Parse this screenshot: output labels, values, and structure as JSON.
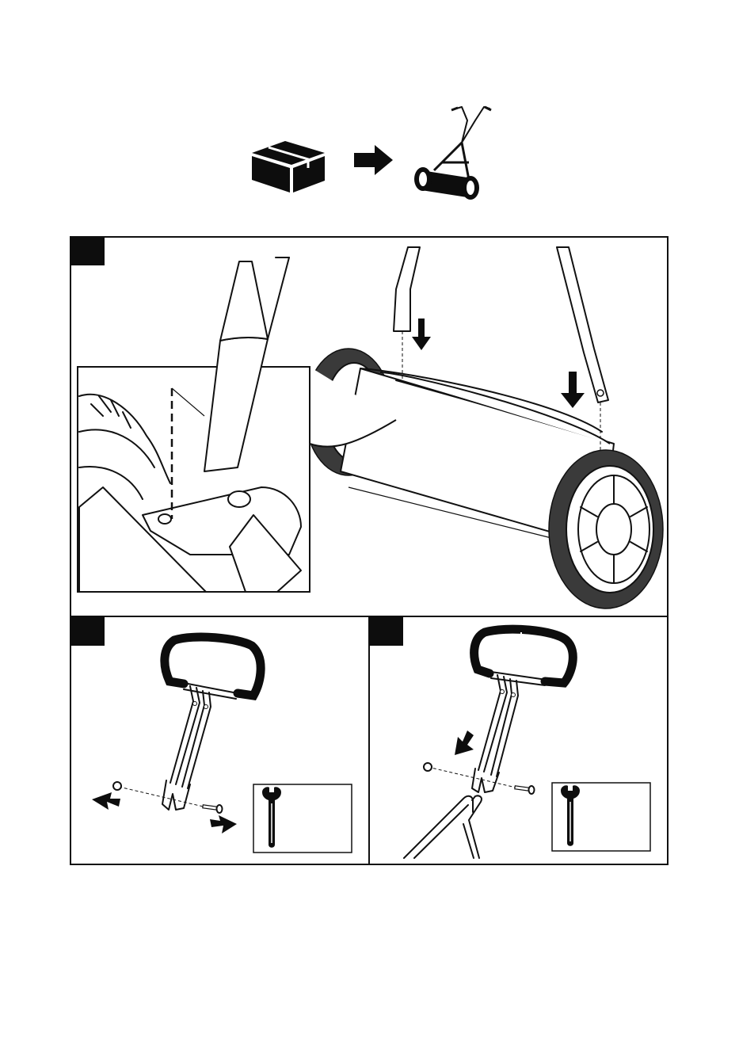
{
  "document": {
    "type": "assembly-instruction-page",
    "colors": {
      "line": "#111111",
      "fill": "#ffffff",
      "label_box": "#0d0d0d",
      "tire": "#3a3a3a"
    },
    "header": {
      "icons": [
        "box-icon",
        "arrow-right-icon",
        "reel-mower-icon"
      ]
    },
    "panels": [
      {
        "id": "panel-1",
        "label": "",
        "content": "handle-tubes-into-mower-body"
      },
      {
        "id": "panel-2",
        "label": "",
        "content": "handle-bolt-removal",
        "tool": "wrench-icon"
      },
      {
        "id": "panel-3",
        "label": "",
        "content": "handle-bolt-assembly",
        "tool": "wrench-icon"
      }
    ]
  }
}
